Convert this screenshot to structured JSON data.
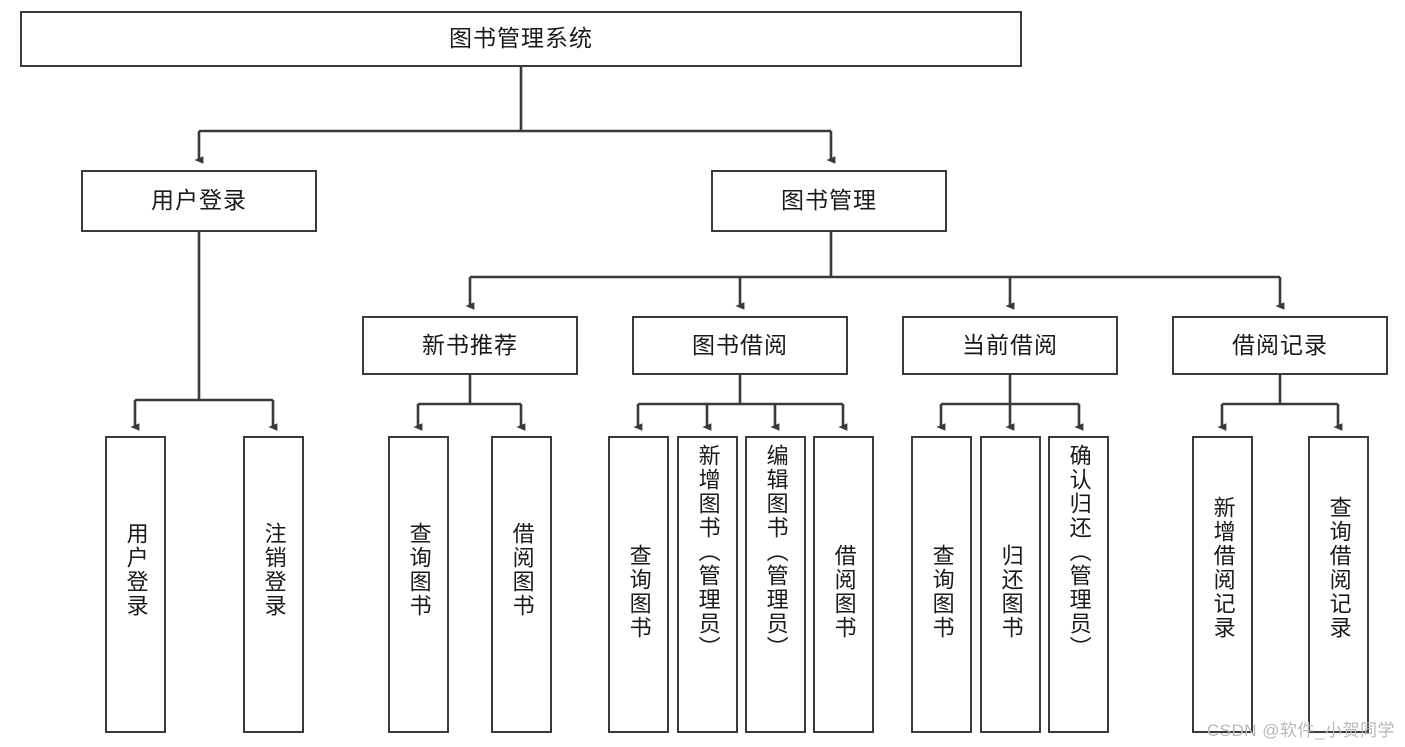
{
  "diagram": {
    "title": "图书管理系统",
    "type": "hierarchy-tree",
    "watermark": "CSDN @软件_小贺同学",
    "colors": {
      "node_border": "#3a3a3a",
      "node_fill": "#ffffff",
      "edge": "#3a3a3a",
      "text": "#1a1a1a",
      "watermark": "#b8b8b8",
      "background": "#ffffff"
    },
    "root": {
      "label": "图书管理系统"
    },
    "level2": [
      {
        "label": "用户登录"
      },
      {
        "label": "图书管理"
      }
    ],
    "level3": [
      {
        "label": "新书推荐"
      },
      {
        "label": "图书借阅"
      },
      {
        "label": "当前借阅"
      },
      {
        "label": "借阅记录"
      }
    ],
    "leaves": {
      "user_login": [
        {
          "label": "用户登录"
        },
        {
          "label": "注销登录"
        }
      ],
      "new_book_recommend": [
        {
          "label": "查询图书"
        },
        {
          "label": "借阅图书"
        }
      ],
      "book_borrow": [
        {
          "label": "查询图书"
        },
        {
          "label": "新增图书（管理员）"
        },
        {
          "label": "编辑图书（管理员）"
        },
        {
          "label": "借阅图书"
        }
      ],
      "current_borrow": [
        {
          "label": "查询图书"
        },
        {
          "label": "归还图书"
        },
        {
          "label": "确认归还（管理员）"
        }
      ],
      "borrow_record": [
        {
          "label": "新增借阅记录"
        },
        {
          "label": "查询借阅记录"
        }
      ]
    }
  }
}
